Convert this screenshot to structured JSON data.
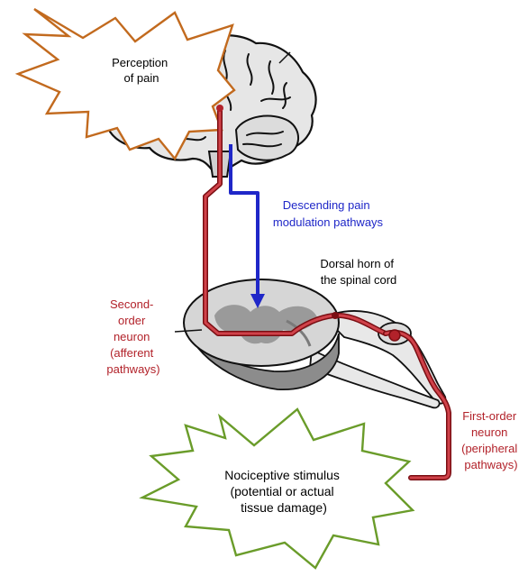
{
  "colors": {
    "afferent": "#b2222a",
    "descending": "#1f27c8",
    "perception_burst": "#c26a1e",
    "stimulus_burst": "#6a9c2a",
    "brain_fill": "#e6e6e6",
    "brain_outline": "#111111",
    "spinal_outer": "#d6d6d6",
    "spinal_inner": "#9a9a9a"
  },
  "labels": {
    "perception": [
      "Perception",
      "of pain"
    ],
    "descending": [
      "Descending pain",
      "modulation pathways"
    ],
    "dorsal_horn": [
      "Dorsal horn of",
      "the spinal cord"
    ],
    "second_order": [
      "Second-",
      "order",
      "neuron",
      "(afferent",
      "pathways)"
    ],
    "first_order": [
      "First-order",
      "neuron",
      "(peripheral",
      "pathways)"
    ],
    "stimulus": [
      "Nociceptive stimulus",
      "(potential or actual",
      "tissue damage)"
    ]
  }
}
